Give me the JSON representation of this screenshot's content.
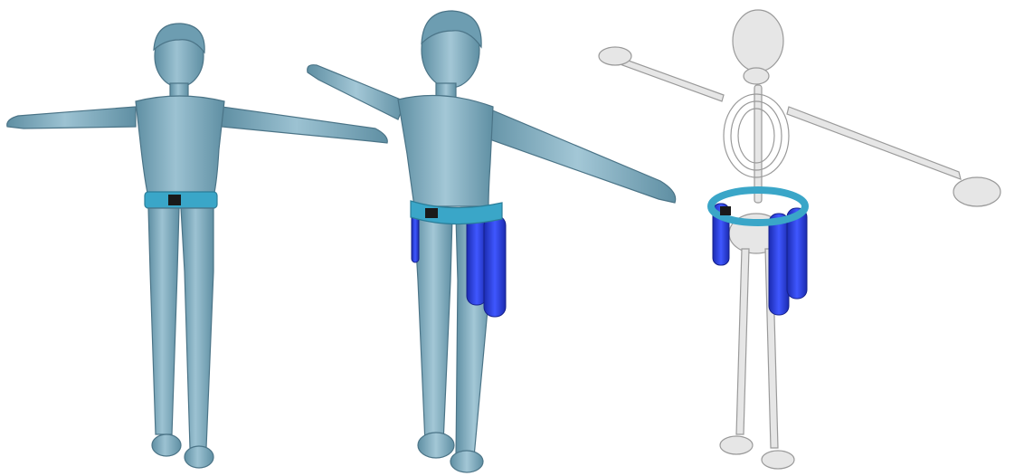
{
  "scene": {
    "background_color": "#ffffff",
    "figures": [
      {
        "name": "female-body-front",
        "skin_color": "#7ea9bb"
      },
      {
        "name": "female-body-with-device",
        "skin_color": "#7ea9bb",
        "belt_color": "#3aa6c8",
        "tube_color": "#2438d8"
      },
      {
        "name": "skeleton-with-device",
        "bone_color": "#d9d9d9",
        "belt_color": "#3aa6c8",
        "tube_color": "#2438d8"
      }
    ]
  }
}
